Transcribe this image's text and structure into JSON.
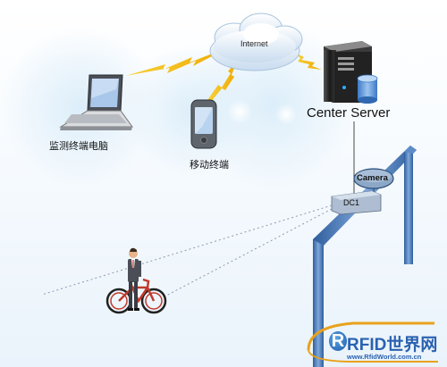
{
  "diagram": {
    "nodes": {
      "internet": {
        "label": "Internet",
        "icon": "cloud-icon"
      },
      "server": {
        "label": "Center Server",
        "icon": "server-icon"
      },
      "laptop": {
        "label": "监测终端电脑",
        "icon": "laptop-icon"
      },
      "mobile": {
        "label": "移动终端",
        "icon": "mobile-phone-icon"
      },
      "camera": {
        "label": "Camera",
        "icon": "camera-icon"
      },
      "reader": {
        "label": "DC1",
        "icon": "rfid-reader-icon"
      },
      "cyclist": {
        "label": "",
        "icon": "cyclist-icon"
      }
    },
    "connections": [
      {
        "from": "laptop",
        "to": "internet",
        "type": "wireless"
      },
      {
        "from": "mobile",
        "to": "internet",
        "type": "wireless"
      },
      {
        "from": "internet",
        "to": "server",
        "type": "wireless"
      },
      {
        "from": "server",
        "to": "reader",
        "type": "wired"
      }
    ]
  },
  "watermark": {
    "brand": "RFID世界网",
    "site": "www.RfidWorld.com.cn",
    "colors": {
      "text": "#2a62b0",
      "ring": "#e8a21c"
    }
  }
}
